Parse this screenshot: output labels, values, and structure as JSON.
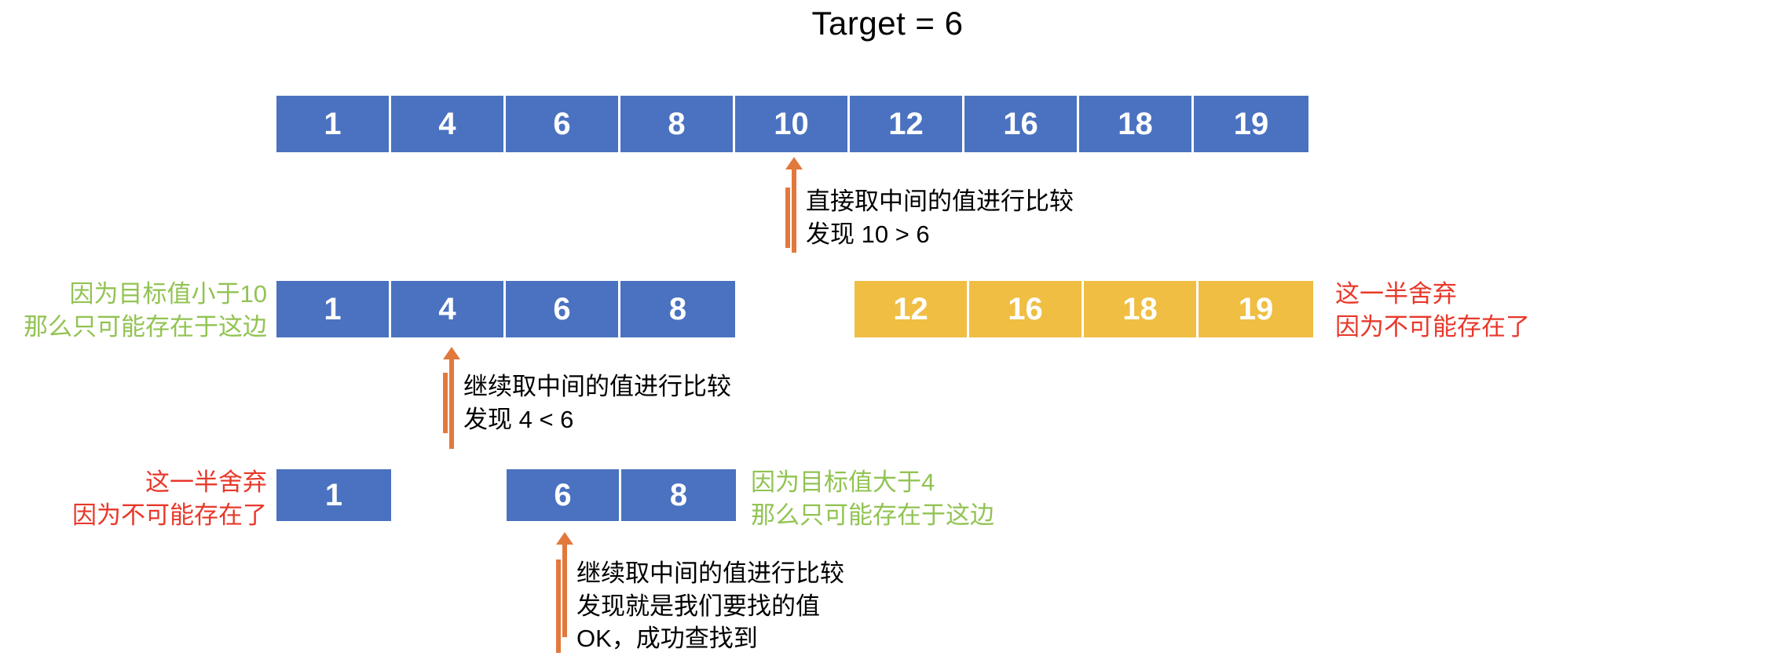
{
  "title": "Target = 6",
  "colors": {
    "keep_cell": "#4a72c0",
    "discard_cell": "#efbe43",
    "keep_text": "#92c353",
    "discard_text": "#e8382a",
    "arrow": "#e2793c",
    "cell_text": "#ffffff",
    "background": "#ffffff"
  },
  "diagram_data": {
    "type": "diagram",
    "algorithm": "binary-search",
    "target": 6,
    "steps": [
      {
        "step": 1,
        "array": [
          "1",
          "4",
          "6",
          "8",
          "10",
          "12",
          "16",
          "18",
          "19"
        ],
        "states": [
          "keep",
          "keep",
          "keep",
          "keep",
          "keep",
          "keep",
          "keep",
          "keep",
          "keep"
        ],
        "mid_index": 4,
        "mid_value": "10",
        "note_lines": [
          "直接取中间的值进行比较",
          "发现 10 > 6"
        ]
      },
      {
        "step": 2,
        "left_array": [
          "1",
          "4",
          "6",
          "8"
        ],
        "left_states": [
          "keep",
          "keep",
          "keep",
          "keep"
        ],
        "right_array": [
          "12",
          "16",
          "18",
          "19"
        ],
        "right_states": [
          "discard",
          "discard",
          "discard",
          "discard"
        ],
        "mid_index": 1,
        "mid_value": "4",
        "note_lines": [
          "继续取中间的值进行比较",
          "发现 4 < 6"
        ],
        "left_label_lines": [
          "因为目标值小于10",
          "那么只可能存在于这边"
        ],
        "right_label_lines": [
          "这一半舍弃",
          "因为不可能存在了"
        ]
      },
      {
        "step": 3,
        "left_array": [
          "1"
        ],
        "left_states": [
          "discard-shown-blue"
        ],
        "right_array": [
          "6",
          "8"
        ],
        "right_states": [
          "keep",
          "keep"
        ],
        "mid_index": 0,
        "mid_value": "6",
        "note_lines": [
          "继续取中间的值进行比较",
          "发现就是我们要找的值",
          "OK，成功查找到"
        ],
        "left_label_lines": [
          "这一半舍弃",
          "因为不可能存在了"
        ],
        "right_label_lines": [
          "因为目标值大于4",
          "那么只可能存在于这边"
        ]
      }
    ]
  },
  "rows": {
    "row1": {
      "cells": [
        "1",
        "4",
        "6",
        "8",
        "10",
        "12",
        "16",
        "18",
        "19"
      ]
    },
    "row2_keep": {
      "cells": [
        "1",
        "4",
        "6",
        "8"
      ]
    },
    "row2_discard": {
      "cells": [
        "12",
        "16",
        "18",
        "19"
      ]
    },
    "row3_discard": {
      "cells": [
        "1"
      ]
    },
    "row3_keep": {
      "cells": [
        "6",
        "8"
      ]
    }
  },
  "notes": {
    "note1": "直接取中间的值进行比较\n发现 10 > 6",
    "note2": "继续取中间的值进行比较\n发现 4 < 6",
    "note3": "继续取中间的值进行比较\n发现就是我们要找的值\nOK，成功查找到"
  },
  "labels": {
    "keep_step2": "因为目标值小于10\n那么只可能存在于这边",
    "discard_step2": "这一半舍弃\n因为不可能存在了",
    "discard_step3": "这一半舍弃\n因为不可能存在了",
    "keep_step3": "因为目标值大于4\n那么只可能存在于这边"
  }
}
